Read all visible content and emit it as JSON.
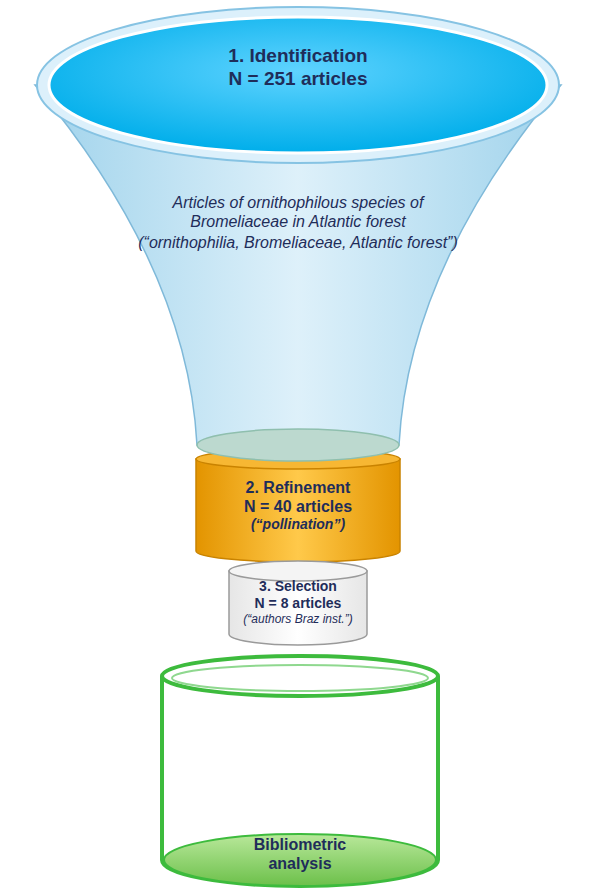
{
  "diagram": {
    "nodes": [
      {
        "text": [
          "1. Identification",
          "N = 251 articles"
        ]
      },
      {
        "text": [
          "Articles of ornithophilous species of Bromeliaceae in Atlantic forest",
          "(“ornithophilia, Bromeliaceae, Atlantic forest”)"
        ]
      },
      {
        "text": [
          "2. Refinement",
          "N = 40 articles",
          "(“pollination”)"
        ]
      },
      {
        "text": [
          "3. Selection",
          "N = 8 articles",
          "(“authors Braz inst.”)"
        ]
      },
      {
        "text": [
          "Bibliometric analysis"
        ]
      }
    ]
  }
}
